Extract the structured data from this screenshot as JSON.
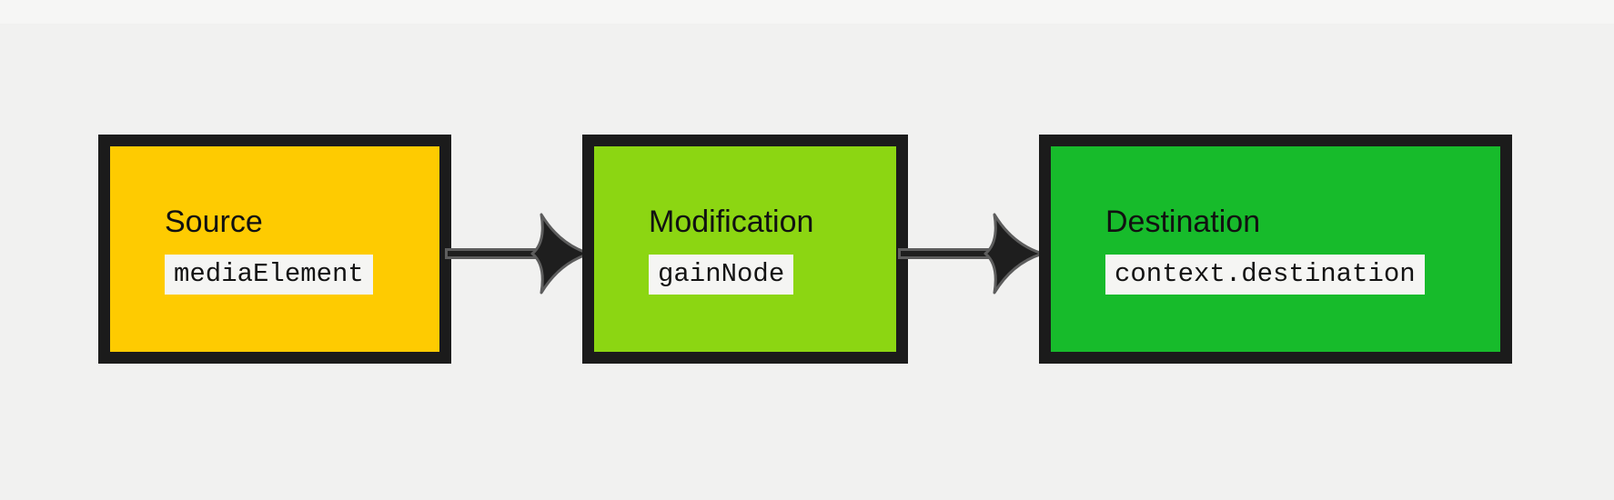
{
  "diagram": {
    "type": "flow",
    "direction": "left-to-right",
    "nodes": [
      {
        "label": "Source",
        "code": "mediaElement",
        "fill": "#fecb01"
      },
      {
        "label": "Modification",
        "code": "gainNode",
        "fill": "#8cd612"
      },
      {
        "label": "Destination",
        "code": "context.destination",
        "fill": "#17bb2b"
      }
    ],
    "connections": [
      {
        "from": "Source",
        "to": "Modification"
      },
      {
        "from": "Modification",
        "to": "Destination"
      }
    ],
    "colors": {
      "canvas_background": "#f1f1f0",
      "node_border": "#1b1b1b",
      "code_chip_background": "#f5f5f3",
      "text": "#111111",
      "arrow_fill": "#1e1e1e",
      "arrow_outline": "#5d5d5d"
    }
  }
}
